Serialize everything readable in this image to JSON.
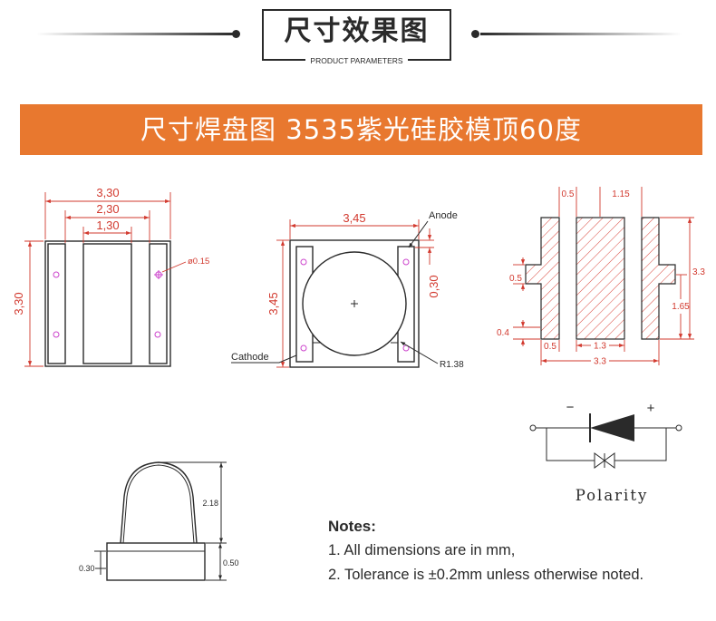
{
  "header": {
    "title": "尺寸效果图",
    "subtitle": "PRODUCT PARAMETERS"
  },
  "banner": {
    "text": "尺寸焊盘图 3535紫光硅胶模顶60度"
  },
  "footprint_view": {
    "outer_width": "3,30",
    "pad_span": "2,30",
    "center_width": "1,30",
    "outer_height": "3,30",
    "hole_diameter": "ø0.15"
  },
  "top_view": {
    "outer_width": "3,45",
    "anode_label": "Anode",
    "pad_width": "0,30",
    "outer_height": "3,45",
    "cathode_label": "Cathode",
    "lens_radius": "R1.38"
  },
  "pad_layout_view": {
    "top_gap": "0.5",
    "top_offset": "1.15",
    "total_height": "3.3",
    "tab_height": "0.5",
    "half_height": "1.65",
    "tab_offset": "0.4",
    "bottom_pad_width": "0.5",
    "bottom_center_width": "1.3",
    "total_width": "3.3"
  },
  "side_view": {
    "lens_height": "2.18",
    "base_step": "0.30",
    "base_height": "0.50"
  },
  "polarity": {
    "minus_sign": "−",
    "plus_sign": "+",
    "label": "Polarity"
  },
  "notes": {
    "heading": "Notes:",
    "items": [
      "1. All dimensions are in mm,",
      "2. Tolerance is ±0.2mm unless otherwise noted."
    ]
  },
  "colors": {
    "banner": "#E8782F",
    "banner_text": "#FFFFFF",
    "dimension": "#D2392E",
    "hatch": "#D9463C",
    "hole": "#CC44CC",
    "ink": "#2A2A2A"
  }
}
